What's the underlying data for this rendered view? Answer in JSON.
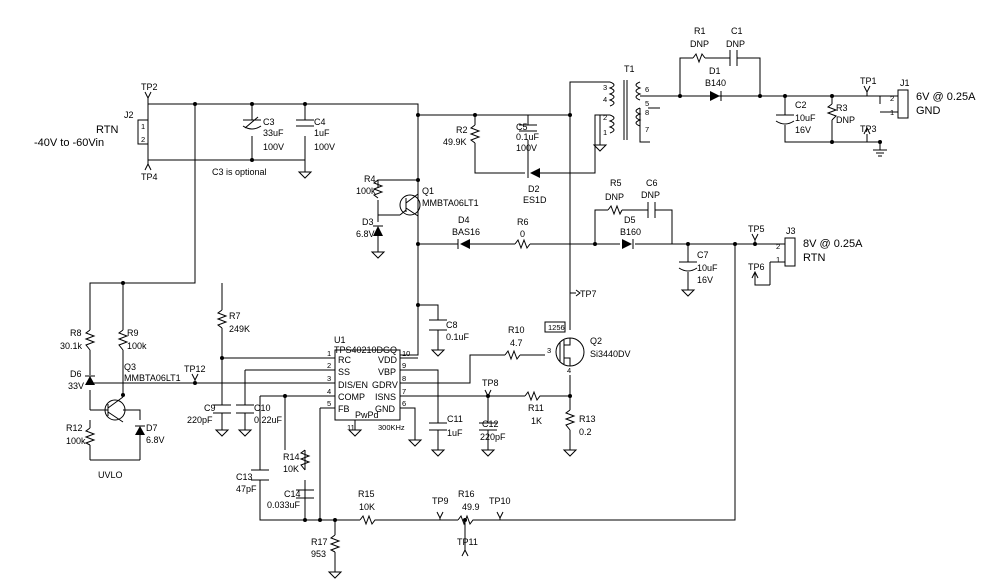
{
  "labels": {
    "j2": "J2",
    "tp2": "TP2",
    "tp4": "TP4",
    "input_rtn": "RTN",
    "input_voltage": "-40V to -60Vin",
    "c3": "C3",
    "c3_value": "33uF",
    "c3_voltage": "100V",
    "c4": "C4",
    "c4_value": "1uF",
    "c4_voltage": "100V",
    "c3_note": "C3 is optional",
    "r2": "R2",
    "r2_value": "49.9K",
    "c5": "C5",
    "c5_value": "0.1uF",
    "c5_voltage": "100V",
    "d2": "D2",
    "d2_part": "ES1D",
    "r4": "R4",
    "r4_value": "100k",
    "q1": "Q1",
    "q1_part": "MMBTA06LT1",
    "d3": "D3",
    "d3_value": "6.8V",
    "d4": "D4",
    "d4_part": "BAS16",
    "r6": "R6",
    "r6_value": "0",
    "r5": "R5",
    "r5_value": "DNP",
    "c6": "C6",
    "c6_value": "DNP",
    "d5": "D5",
    "d5_part": "B160",
    "c7": "C7",
    "c7_value": "10uF",
    "c7_voltage": "16V",
    "tp5": "TP5",
    "tp6": "TP6",
    "j3": "J3",
    "j3_out": "8V @ 0.25A",
    "j3_rtn": "RTN",
    "t1": "T1",
    "r1": "R1",
    "r1_value": "DNP",
    "c1": "C1",
    "c1_value": "DNP",
    "d1": "D1",
    "d1_part": "B140",
    "c2": "C2",
    "c2_value": "10uF",
    "c2_voltage": "16V",
    "r3": "R3",
    "r3_value": "DNP",
    "tp1": "TP1",
    "tp3": "TP3",
    "j1": "J1",
    "j1_out": "6V @ 0.25A",
    "j1_rtn": "GND",
    "tp7": "TP7",
    "q2": "Q2",
    "q2_part": "Si3440DV",
    "r10": "R10",
    "r10_value": "4.7",
    "r11": "R11",
    "r11_value": "1K",
    "r13": "R13",
    "r13_value": "0.2",
    "tp8": "TP8",
    "c8": "C8",
    "c8_value": "0.1uF",
    "c11": "C11",
    "c11_value": "1uF",
    "c12": "C12",
    "c12_value": "220pF",
    "u1": "U1",
    "u1_part": "TPS40210DGQ",
    "freq": "300KHz",
    "r7": "R7",
    "r7_value": "249K",
    "tp12": "TP12",
    "c9": "C9",
    "c9_value": "220pF",
    "c10": "C10",
    "c10_value": "0.22uF",
    "r14": "R14",
    "r14_value": "10K",
    "c13": "C13",
    "c13_value": "47pF",
    "c14": "C14",
    "c14_value": "0.033uF",
    "r15": "R15",
    "r15_value": "10K",
    "r16": "R16",
    "r16_value": "49.9",
    "tp9": "TP9",
    "tp10": "TP10",
    "tp11": "TP11",
    "r17": "R17",
    "r17_value": "953",
    "r8": "R8",
    "r8_value": "30.1k",
    "r9": "R9",
    "r9_value": "100k",
    "d6": "D6",
    "d6_value": "33V",
    "q3": "Q3",
    "q3_part": "MMBTA06LT1",
    "r12": "R12",
    "r12_value": "100k",
    "d7": "D7",
    "d7_value": "6.8V",
    "uvlo": "UVLO"
  },
  "u1_pins": {
    "rc": "RC",
    "ss": "SS",
    "dis_en": "DIS/EN",
    "comp": "COMP",
    "fb": "FB",
    "vdd": "VDD",
    "vbp": "VBP",
    "gdrv": "GDRV",
    "isns": "ISNS",
    "gnd": "GND",
    "pwpd": "PwPd",
    "n1": "1",
    "n2": "2",
    "n3": "3",
    "n4": "4",
    "n5": "5",
    "n6": "6",
    "n7": "7",
    "n8": "8",
    "n9": "9",
    "n10": "10",
    "n11": "11"
  },
  "pins": {
    "j2_1": "1",
    "j2_2": "2",
    "j3_1": "1",
    "j3_2": "2",
    "j1_1": "1",
    "j1_2": "2",
    "t1_1": "1",
    "t1_2": "2",
    "t1_3": "3",
    "t1_4": "4",
    "t1_5": "5",
    "t1_6": "6",
    "t1_7": "7",
    "t1_8": "8",
    "q2_top": "1256",
    "q2_3": "3",
    "q2_4": "4"
  }
}
